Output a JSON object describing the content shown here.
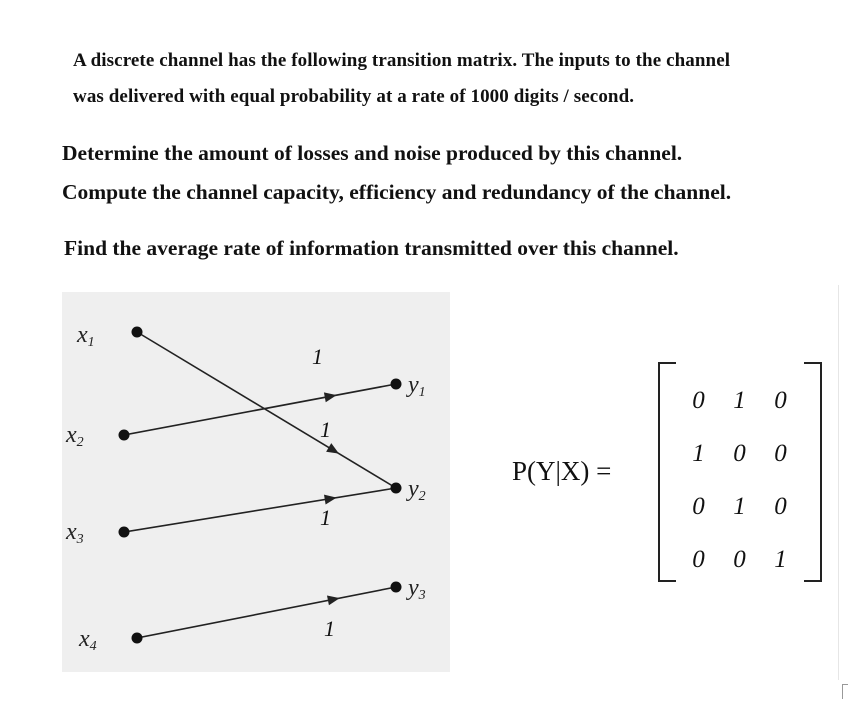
{
  "problem": {
    "intro_line1": "A discrete channel has the following transition matrix. The inputs to the channel",
    "intro_line2": "was delivered with equal probability at a rate of 1000 digits / second.",
    "question1": "Determine the amount of losses and noise produced by this channel.",
    "question2": "Compute the channel capacity, efficiency and redundancy of the channel.",
    "question3": "Find the average rate of information transmitted over this channel."
  },
  "diagram": {
    "inputs": [
      {
        "base": "x",
        "sub": "1"
      },
      {
        "base": "x",
        "sub": "2"
      },
      {
        "base": "x",
        "sub": "3"
      },
      {
        "base": "x",
        "sub": "4"
      }
    ],
    "outputs": [
      {
        "base": "y",
        "sub": "1"
      },
      {
        "base": "y",
        "sub": "2"
      },
      {
        "base": "y",
        "sub": "3"
      }
    ],
    "transitions": [
      {
        "from": 1,
        "to": 2,
        "prob": "1"
      },
      {
        "from": 2,
        "to": 1,
        "prob": "1"
      },
      {
        "from": 3,
        "to": 2,
        "prob": "1"
      },
      {
        "from": 4,
        "to": 3,
        "prob": "1"
      }
    ],
    "background_color": "#efefef"
  },
  "matrix": {
    "label": "P(Y|X) =",
    "rows": [
      [
        "0",
        "1",
        "0"
      ],
      [
        "1",
        "0",
        "0"
      ],
      [
        "0",
        "1",
        "0"
      ],
      [
        "0",
        "0",
        "1"
      ]
    ]
  }
}
